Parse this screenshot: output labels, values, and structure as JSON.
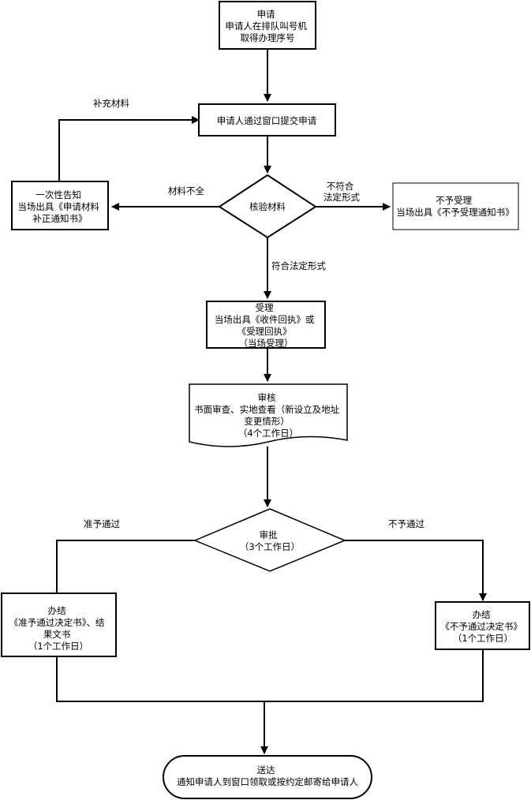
{
  "nodes": {
    "apply": [
      "申请",
      "申请人在排队叫号机",
      "取得办理序号"
    ],
    "submit": [
      "申请人通过窗口提交申请"
    ],
    "verify": [
      "核验材料"
    ],
    "notify_once": [
      "一次性告知",
      "当场出具《申请材料",
      "补正通知书》"
    ],
    "reject_accept": [
      "不予受理",
      "当场出具《不予受理通知书》"
    ],
    "accept": [
      "受理",
      "当场出具《收件回执》或",
      "《受理回执》",
      "（当场受理）"
    ],
    "review": [
      "审核",
      "书面审查、实地查看（新设立及地址",
      "变更情形）",
      "（4个工作日）"
    ],
    "approve": [
      "审批",
      "（3个工作日）"
    ],
    "done_pass": [
      "办结",
      "《准予通过决定书》、结",
      "果文书",
      "（1个工作日）"
    ],
    "done_fail": [
      "办结",
      "《不予通过决定书》",
      "（1个工作日）"
    ],
    "deliver": [
      "送达",
      "通知申请人到窗口领取或按约定邮寄给申请人"
    ]
  },
  "edge_labels": {
    "supplement": "补充材料",
    "incomplete": "材料不全",
    "nonconform": [
      "不符合",
      "法定形式"
    ],
    "conform": "符合法定形式",
    "pass": "准予通过",
    "fail": "不予通过"
  }
}
